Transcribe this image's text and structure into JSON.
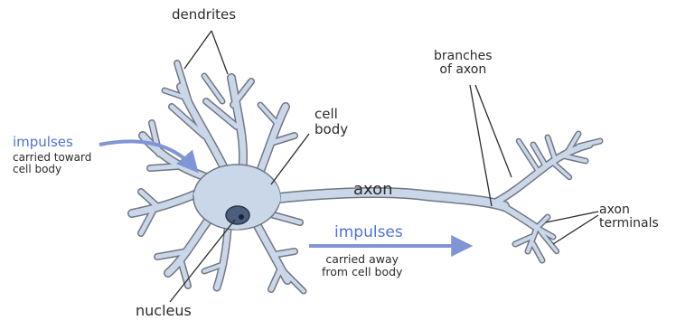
{
  "labels": {
    "dendrites": "dendrites",
    "cell_body": [
      "cell",
      "body"
    ],
    "branches_of_axon": [
      "branches",
      "of axon"
    ],
    "impulses_in": "impulses",
    "carried_toward": [
      "carried toward",
      "cell body"
    ],
    "axon": "axon",
    "impulses_out": "impulses",
    "carried_away": [
      "carried away",
      "from cell body"
    ],
    "axon_terminals": [
      "axon",
      "terminals"
    ],
    "nucleus": "nucleus"
  },
  "colors": {
    "neuron_fill": "#c9d7e8",
    "neuron_outline": "#707784",
    "nucleus_fill": "#4a5e7e",
    "nucleolus": "#1c2433",
    "arrow_blue": "#7f95d6",
    "impulse_text": "#4d73d9",
    "label_text": "#2b2b2b",
    "pointer_line": "#2b2b2b"
  }
}
